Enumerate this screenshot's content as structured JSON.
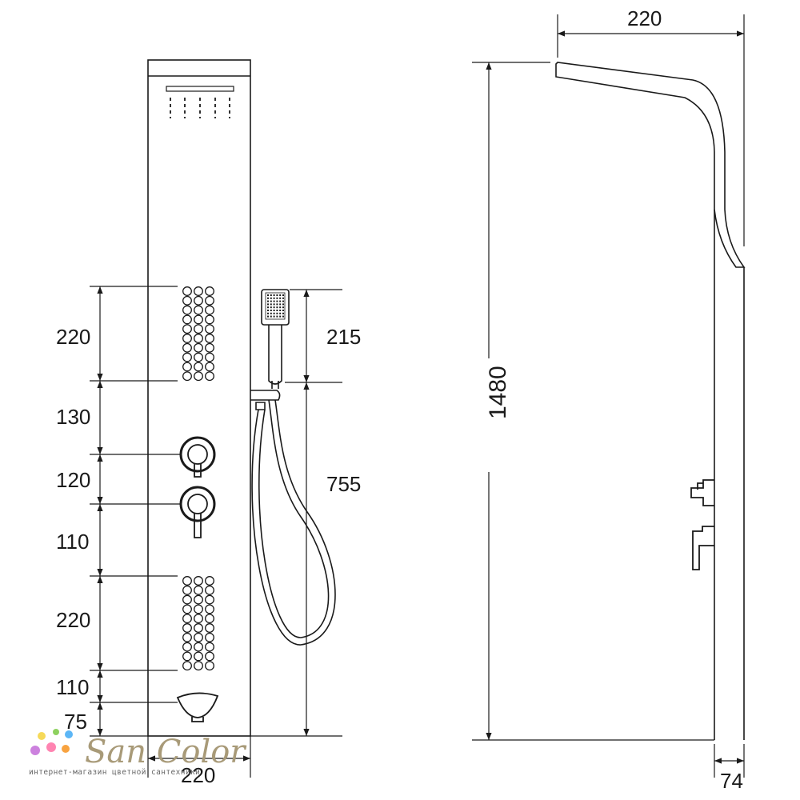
{
  "front_view": {
    "segment_dims": [
      "220",
      "130",
      "120",
      "110",
      "220",
      "110",
      "75"
    ],
    "handshower_dim": "215",
    "hose_dim": "755",
    "width_dim": "220"
  },
  "side_view": {
    "height_dim": "1480",
    "projection_dim": "220",
    "depth_dim": "74"
  },
  "watermark": {
    "brand": "San Color",
    "tagline": "интернет-магазин цветной сантехники",
    "dot_colors": [
      "#f4d23c",
      "#7ac943",
      "#3fa9f5",
      "#c36bd8",
      "#ff6fa3",
      "#f7931e"
    ]
  },
  "colors": {
    "ink": "#1a1a1a",
    "brand": "#a89a78"
  }
}
